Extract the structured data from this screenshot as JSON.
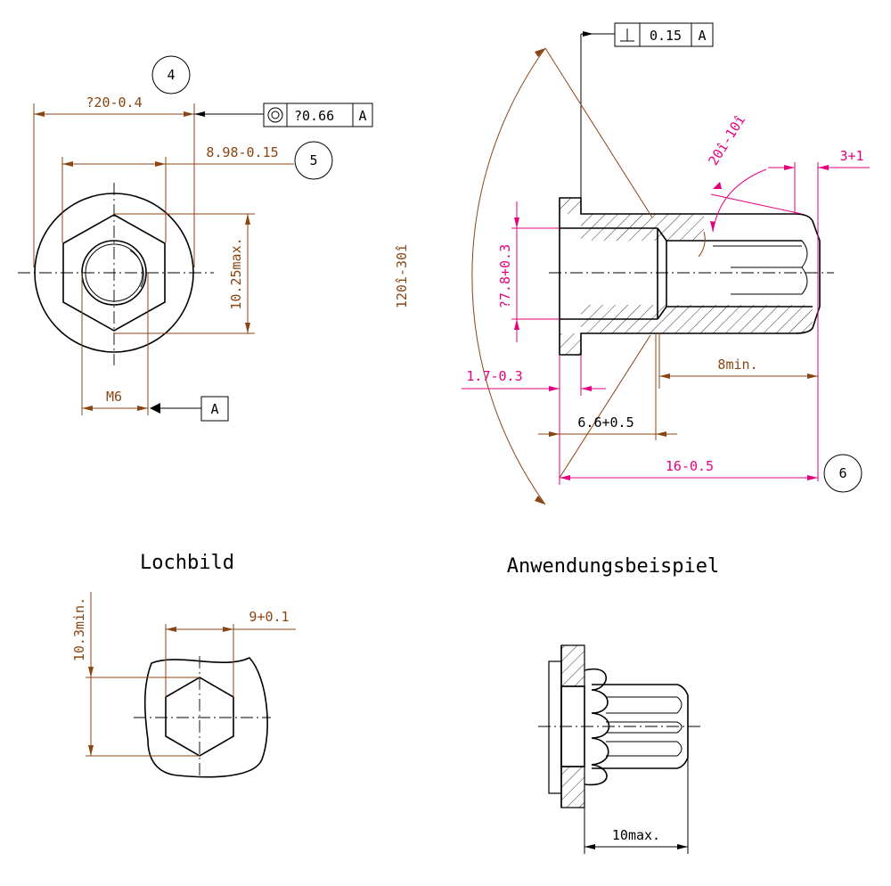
{
  "balloons": {
    "b4": "4",
    "b5": "5",
    "b6": "6"
  },
  "front_view": {
    "dim_outer_dia": "?20-0.4",
    "dim_hex": "8.98-0.15",
    "dim_height": "10.25max.",
    "dim_thread": "M6",
    "datum_label": "A",
    "concentricity": {
      "symbol": "◎",
      "value": "?0.66",
      "datum": "A"
    }
  },
  "side_view": {
    "perpendicularity": {
      "symbol": "⊥",
      "value": "0.15",
      "datum": "A"
    },
    "dim_chamfer_angle": "20î-10î",
    "dim_rib": "3+1",
    "dim_sweep_angle": "120î-30î",
    "dim_dia": "?7.8+0.3",
    "dim_flange": "1.7-0.3",
    "dim_grip": "8min.",
    "dim_head": "6.6+0.5",
    "dim_length": "16-0.5"
  },
  "hole_pattern": {
    "title": "Lochbild",
    "dim_width": "9+0.1",
    "dim_height": "10.3min."
  },
  "application": {
    "title": "Anwendungsbeispiel",
    "dim_max": "10max."
  },
  "colors": {
    "outline": "#000000",
    "dimension": "#8b4513",
    "tolerance_highlight": "#e6007e"
  }
}
